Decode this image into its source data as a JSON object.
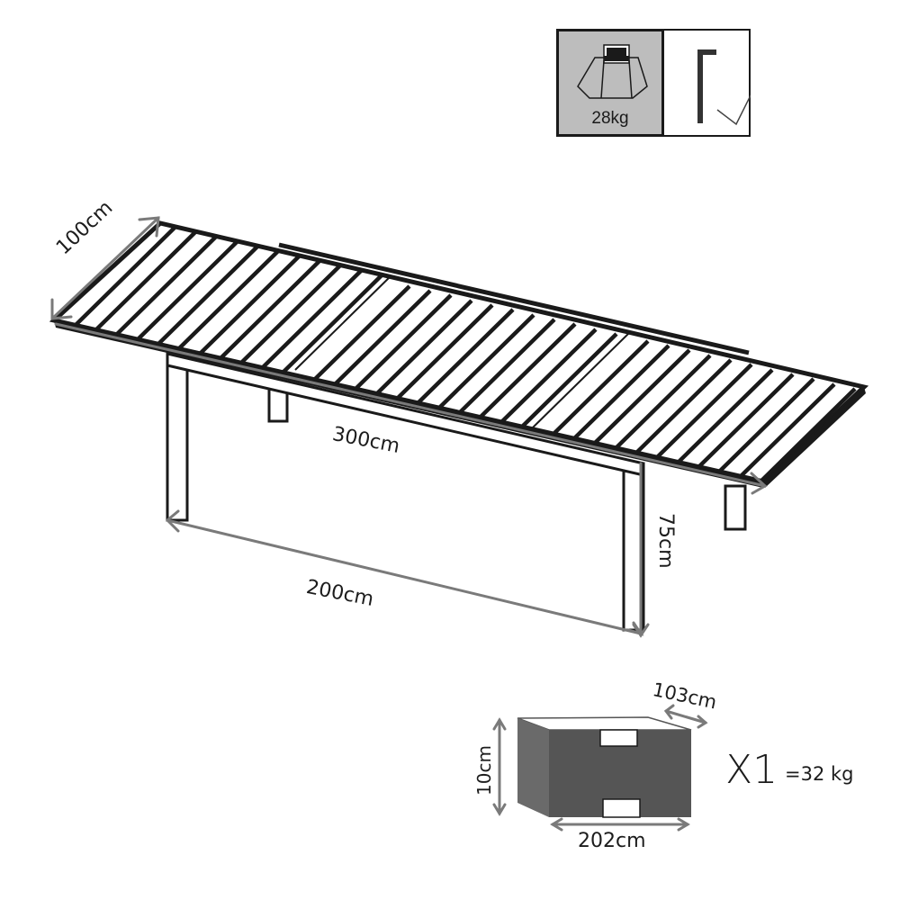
{
  "icons": {
    "weight_badge": {
      "icon": "weight-icon",
      "label": "28kg",
      "background": "#bdbdbd"
    },
    "tool_badge": {
      "icon": "allen-key-icon",
      "checkmark": "checkmark-icon"
    }
  },
  "table": {
    "dimensions": {
      "width_extended": "300cm",
      "depth": "100cm",
      "height": "75cm",
      "width_closed": "200cm"
    },
    "colors": {
      "line": "#1a1a1a",
      "dimension_arrow": "#7a7a7a",
      "background": "#ffffff"
    }
  },
  "package": {
    "height": "10cm",
    "depth": "103cm",
    "length": "202cm",
    "quantity": "X1",
    "weight": "=32 kg",
    "colors": {
      "front": "#555555",
      "side": "#6a6a6a",
      "top": "#ffffff"
    }
  }
}
